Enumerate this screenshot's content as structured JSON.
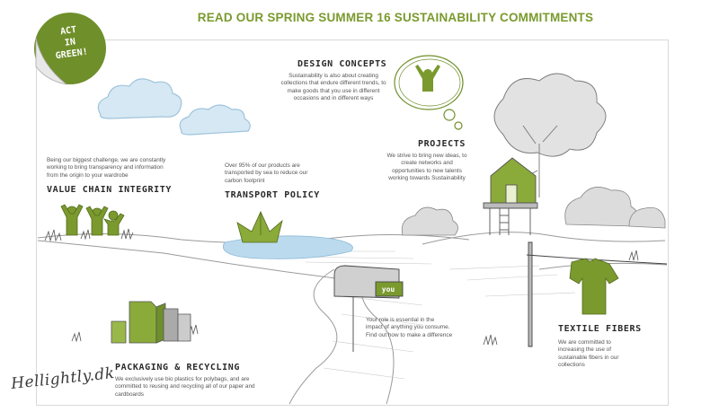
{
  "header": {
    "title": "READ OUR SPRING SUMMER 16 SUSTAINABILITY COMMITMENTS"
  },
  "badge": {
    "line1": "ACT",
    "line2": "IN",
    "line3": "GREEN!"
  },
  "sections": {
    "design_concepts": {
      "heading": "DESIGN CONCEPTS",
      "lines": [
        "Sustainability is also about creating",
        "collections that endure different trends, to",
        "make goods that you use in different",
        "occasions and in different ways"
      ]
    },
    "projects": {
      "heading": "PROJECTS",
      "lines": [
        "We strive to bring new ideas, to",
        "create networks and",
        "opportunities to new talents",
        "working towards Sustainability"
      ]
    },
    "value_chain": {
      "heading": "VALUE CHAIN INTEGRITY",
      "lines": [
        "Being our biggest challenge, we are constantly",
        "working to bring transparency and information",
        "from the origin to your wardrobe"
      ]
    },
    "transport": {
      "heading": "TRANSPORT POLICY",
      "lines": [
        "Over 95% of our products are",
        "transported by sea to reduce our",
        "carbon footprint"
      ]
    },
    "your_role": {
      "lines": [
        "Your role is essential in the",
        "impact of anything you consume.",
        "Find out how to make a difference"
      ]
    },
    "textile": {
      "heading": "TEXTILE FIBERS",
      "lines": [
        "We are committed to",
        "increasing the use of",
        "sustainable fibers in our",
        "collections"
      ]
    },
    "packaging": {
      "heading": "PACKAGING & RECYCLING",
      "lines": [
        "We exclusively use bio plastics for polybags, and are",
        "committed to reusing and recycling all of our paper and",
        "cardboards"
      ]
    }
  },
  "mailbox": {
    "label": "you"
  },
  "watermark": {
    "text": "Hellightly.dk"
  },
  "colors": {
    "accent": "#7a9a2e",
    "badge": "#6f8f2a",
    "sketch": "#8a8a8a",
    "sky": "#bcd7ea",
    "water": "#a8cde6"
  }
}
